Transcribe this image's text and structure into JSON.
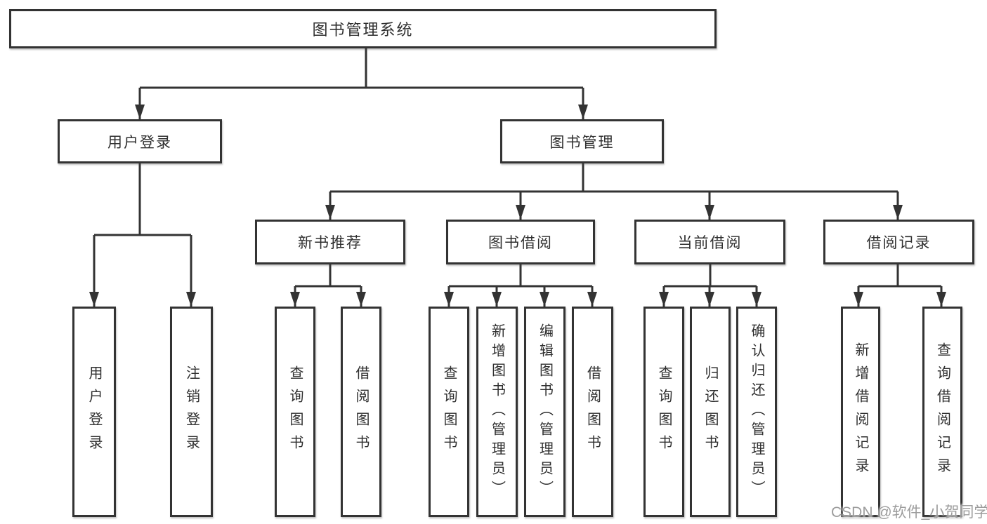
{
  "diagram": {
    "title": "图书管理系统",
    "watermark": "CSDN @软件_小贺同学",
    "colors": {
      "line": "#333333",
      "box_border": "#333333",
      "text": "#2f2f2f",
      "watermark": "#9c9c9c",
      "background": "#ffffff"
    },
    "level2": {
      "user_login": "用户登录",
      "book_mgmt": "图书管理"
    },
    "level3": {
      "new_books": "新书推荐",
      "book_borrow": "图书借阅",
      "current_borrow": "当前借阅",
      "borrow_records": "借阅记录"
    },
    "leaves": {
      "user_login": [
        "用户登录",
        "注销登录"
      ],
      "new_books": [
        "查询图书",
        "借阅图书"
      ],
      "book_borrow": [
        "查询图书",
        "新增图书（管理员）",
        "编辑图书（管理员）",
        "借阅图书"
      ],
      "current_borrow": [
        "查询图书",
        "归还图书",
        "确认归还（管理员）"
      ],
      "borrow_records": [
        "新增借阅记录",
        "查询借阅记录"
      ]
    }
  }
}
